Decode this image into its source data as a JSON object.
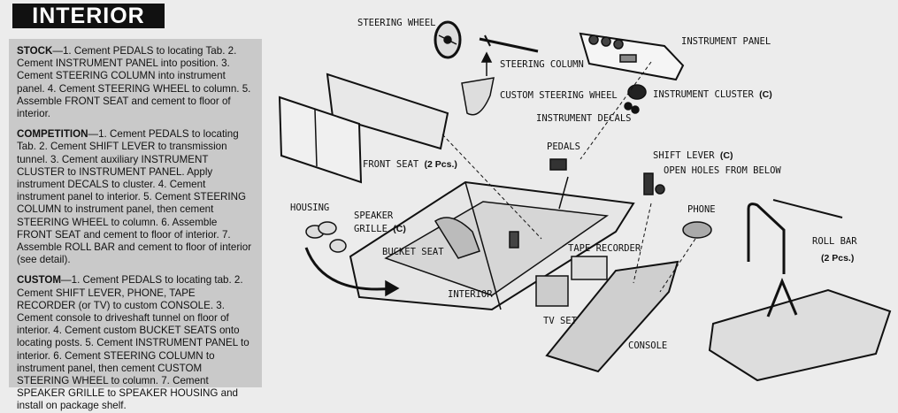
{
  "header": {
    "title": "INTERIOR"
  },
  "instructions": {
    "stock": {
      "heading": "STOCK",
      "text": "—1. Cement PEDALS to locating Tab. 2. Cement INSTRUMENT PANEL into position. 3. Cement STEERING COLUMN into instrument panel. 4. Cement STEERING WHEEL to column. 5. Assemble FRONT SEAT and cement to floor of interior."
    },
    "competition": {
      "heading": "COMPETITION",
      "text": "—1. Cement PEDALS to locating Tab. 2. Cement SHIFT LEVER to transmission tunnel. 3. Cement auxiliary INSTRUMENT CLUSTER to INSTRUMENT PANEL. Apply instrument DECALS to cluster. 4. Cement instrument panel to interior. 5. Cement STEERING COLUMN to instrument panel, then cement STEERING WHEEL to column. 6. Assemble FRONT SEAT and cement to floor of interior. 7. Assemble ROLL BAR and cement to floor of interior (see detail)."
    },
    "custom": {
      "heading": "CUSTOM",
      "text": "—1. Cement PEDALS to locating tab. 2. Cement SHIFT LEVER, PHONE, TAPE RECORDER (or TV) to custom CONSOLE. 3. Cement console to driveshaft tunnel on floor of interior. 4. Cement custom BUCKET SEATS onto locating posts. 5. Cement INSTRUMENT PANEL to interior. 6. Cement STEERING COLUMN to instrument panel, then cement CUSTOM STEERING WHEEL to column. 7. Cement SPEAKER GRILLE to SPEAKER HOUSING and install on package shelf."
    }
  },
  "labels": {
    "steering_wheel": "STEERING WHEEL",
    "instrument_panel": "INSTRUMENT PANEL",
    "steering_column": "STEERING COLUMN",
    "custom_steering_wheel": "CUSTOM STEERING WHEEL",
    "instrument_cluster": "INSTRUMENT CLUSTER",
    "instrument_cluster_code": "(C)",
    "instrument_decals": "INSTRUMENT DECALS",
    "pedals": "PEDALS",
    "shift_lever": "SHIFT LEVER",
    "shift_lever_code": "(C)",
    "open_holes": "OPEN HOLES FROM BELOW",
    "front_seat": "FRONT SEAT",
    "front_seat_count": "(2 Pcs.)",
    "housing": "HOUSING",
    "speaker": "SPEAKER",
    "grille": "GRILLE",
    "grille_code": "(C)",
    "phone": "PHONE",
    "roll_bar": "ROLL BAR",
    "roll_bar_count": "(2 Pcs.)",
    "bucket_seat": "BUCKET SEAT",
    "tape_recorder": "TAPE RECORDER",
    "interior": "INTERIOR",
    "tv_set": "TV SET",
    "console": "CONSOLE"
  }
}
